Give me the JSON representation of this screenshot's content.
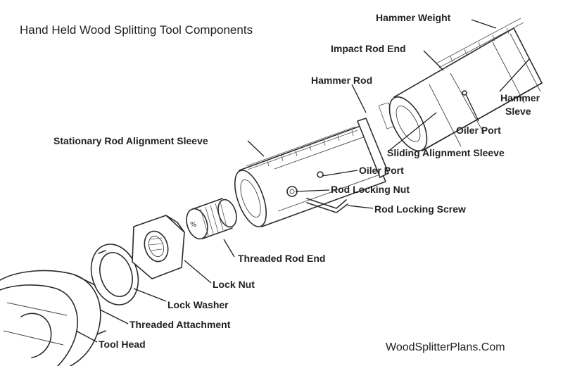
{
  "title": "Hand Held Wood Splitting Tool Components",
  "footer": "WoodSplitterPlans.Com",
  "labels": {
    "hammer_weight": "Hammer Weight",
    "impact_rod_end": "Impact Rod End",
    "hammer_rod": "Hammer Rod",
    "hammer_sleve_1": "Hammer",
    "hammer_sleve_2": "Sleve",
    "oiler_port_upper": "Oiler Port",
    "stationary_sleeve": "Stationary Rod Alignment Sleeve",
    "sliding_sleeve": "Sliding Alignment Sleeve",
    "oiler_port_lower": "Oiler Port",
    "rod_locking_nut": "Rod Locking Nut",
    "rod_locking_screw": "Rod Locking Screw",
    "threaded_rod_end": "Threaded Rod End",
    "lock_nut": "Lock Nut",
    "lock_washer": "Lock Washer",
    "threaded_attachment": "Threaded Attachment",
    "tool_head": "Tool Head"
  }
}
